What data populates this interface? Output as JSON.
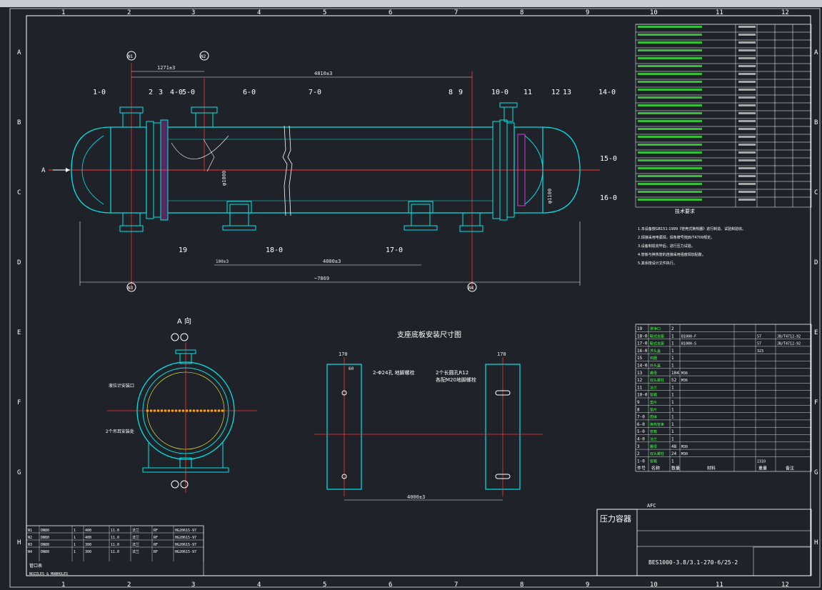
{
  "grid": {
    "top_numbers": [
      "1",
      "2",
      "3",
      "4",
      "5",
      "6",
      "7",
      "8",
      "9",
      "10",
      "11",
      "12"
    ],
    "side_letters": [
      "A",
      "B",
      "C",
      "D",
      "E",
      "F",
      "G",
      "H"
    ]
  },
  "main_view": {
    "part_callouts": [
      "1-0",
      "2",
      "3",
      "4-0",
      "5-0",
      "6-0",
      "7-0",
      "8",
      "9",
      "10-0",
      "11",
      "12",
      "13",
      "14-0",
      "15-0",
      "16-0",
      "17-0",
      "18-0",
      "19"
    ],
    "nozzles": [
      "N1",
      "N2",
      "N3",
      "N4"
    ],
    "dimensions": {
      "d1": "1271±3",
      "d2": "4810±3",
      "d3": "4000±3",
      "d4": "100±3",
      "d5": "~7869",
      "shell_diameter": "φ1000",
      "head_diameter": "φ1100"
    },
    "view_arrow_label": "A"
  },
  "view_a": {
    "title": "A 向",
    "notes": [
      "液位计安装口",
      "2个吊耳安装处"
    ]
  },
  "base_plate": {
    "title": "支座底板安装尺寸图",
    "hole_note_left": "2-Φ24孔 地脚螺栓",
    "hole_note_right": "2个长圆孔R12",
    "hole_note_right_2": "各配M20地脚螺栓",
    "dim_top_left": "170",
    "dim_top_right": "170",
    "dim_small": "60",
    "dim_bottom": "4000±3"
  },
  "nozzle_table": {
    "rows": [
      [
        "N1",
        "DN80",
        "1",
        "400",
        "11.0",
        "法兰",
        "RF",
        "HG20615-97"
      ],
      [
        "N2",
        "DN80",
        "1",
        "400",
        "11.0",
        "法兰",
        "RF",
        "HG20615-97"
      ],
      [
        "N3",
        "DN80",
        "1",
        "300",
        "11.0",
        "法兰",
        "RF",
        "HG20615-97"
      ],
      [
        "N4",
        "DN80",
        "1",
        "300",
        "11.0",
        "法兰",
        "RF",
        "HG20615-97"
      ]
    ],
    "title": "管口表",
    "subtitle": "NOZZLES & MANHOLES"
  },
  "parts_table": {
    "rows": [
      [
        "19",
        "排净口",
        "2",
        "",
        "",
        "",
        ""
      ],
      [
        "18-0",
        "鞍式支座",
        "1",
        "B1000-F",
        "",
        "57",
        "JB/T4712-92"
      ],
      [
        "17-0",
        "鞍式支座",
        "1",
        "B1000-S",
        "",
        "57",
        "JB/T4712-92"
      ],
      [
        "16-0",
        "浮头盖",
        "1",
        "",
        "",
        "323",
        ""
      ],
      [
        "15",
        "钩圈",
        "1",
        "",
        "",
        "",
        ""
      ],
      [
        "14-0",
        "外头盖",
        "1",
        "",
        "",
        "",
        ""
      ],
      [
        "13",
        "螺母",
        "104",
        "M36",
        "",
        "",
        ""
      ],
      [
        "12",
        "双头螺柱",
        "52",
        "M36",
        "",
        "",
        ""
      ],
      [
        "11",
        "法兰",
        "1",
        "",
        "",
        "",
        ""
      ],
      [
        "10-0",
        "管箱",
        "1",
        "",
        "",
        "",
        ""
      ],
      [
        "9",
        "垫片",
        "1",
        "",
        "",
        "",
        ""
      ],
      [
        "8",
        "垫片",
        "1",
        "",
        "",
        "",
        ""
      ],
      [
        "7-0",
        "筒体",
        "1",
        "",
        "",
        "",
        ""
      ],
      [
        "6-0",
        "换热管束",
        "1",
        "",
        "",
        "",
        ""
      ],
      [
        "5-0",
        "管箱",
        "1",
        "",
        "",
        "",
        ""
      ],
      [
        "4-0",
        "法兰",
        "1",
        "",
        "",
        "",
        ""
      ],
      [
        "3",
        "螺母",
        "48",
        "M30",
        "",
        "",
        ""
      ],
      [
        "2",
        "双头螺柱",
        "24",
        "M30",
        "",
        "",
        ""
      ],
      [
        "1-0",
        "管箱",
        "1",
        "",
        "",
        "2310",
        ""
      ]
    ],
    "header": [
      "件号",
      "名称",
      "数量",
      "材料",
      "重量",
      "备注"
    ]
  },
  "tech_notes": {
    "title": "技术要求",
    "lines": [
      "1.本设备按GB151-1999《管壳式换热器》进行制造、试验和验收。",
      "2.焊接采用电弧焊，焊条牌号按JB/T4709规定。",
      "3.设备制造完毕后，进行压力试验。",
      "4.管板与换热管的连接采用强度焊加贴胀。",
      "5.其余按设计文件执行。"
    ]
  },
  "title_block": {
    "stamp": "压力容器",
    "drawing_number": "BES1000-3.8/3.1-270-6/25-2",
    "afc": "AFC"
  },
  "colors": {
    "background": "#1f2329",
    "frame": "#ffffff",
    "outline": "#00e5e5",
    "centerline": "#ff3030",
    "dimension": "#e8e8e8",
    "text_green": "#40ff40",
    "text_yellow": "#ffff40",
    "magenta": "#ff40ff"
  }
}
